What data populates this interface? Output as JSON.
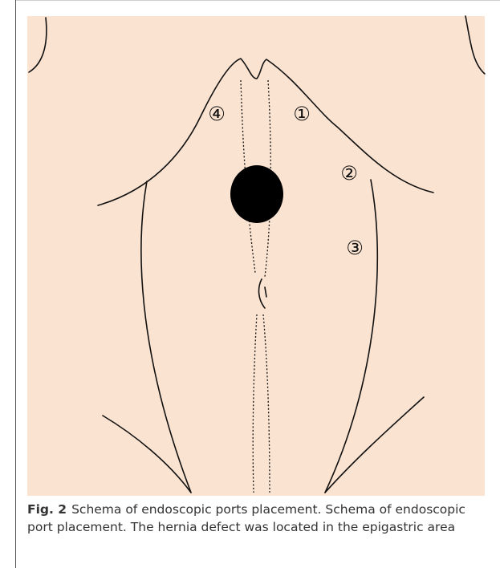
{
  "colors": {
    "skin": "#fbe3d1",
    "outline": "#111111",
    "defect": "#000000",
    "caption_text": "#333333"
  },
  "figure": {
    "ports": [
      {
        "id": "port-1",
        "marker": "①"
      },
      {
        "id": "port-2",
        "marker": "②"
      },
      {
        "id": "port-3",
        "marker": "③"
      },
      {
        "id": "port-4",
        "marker": "④"
      }
    ],
    "hernia_defect": "filled-black-ellipse"
  },
  "caption": {
    "label": "Fig. 2",
    "text": "Schema of endoscopic ports placement. Schema of endoscopic port placement. The hernia defect was located in the epigastric area"
  }
}
